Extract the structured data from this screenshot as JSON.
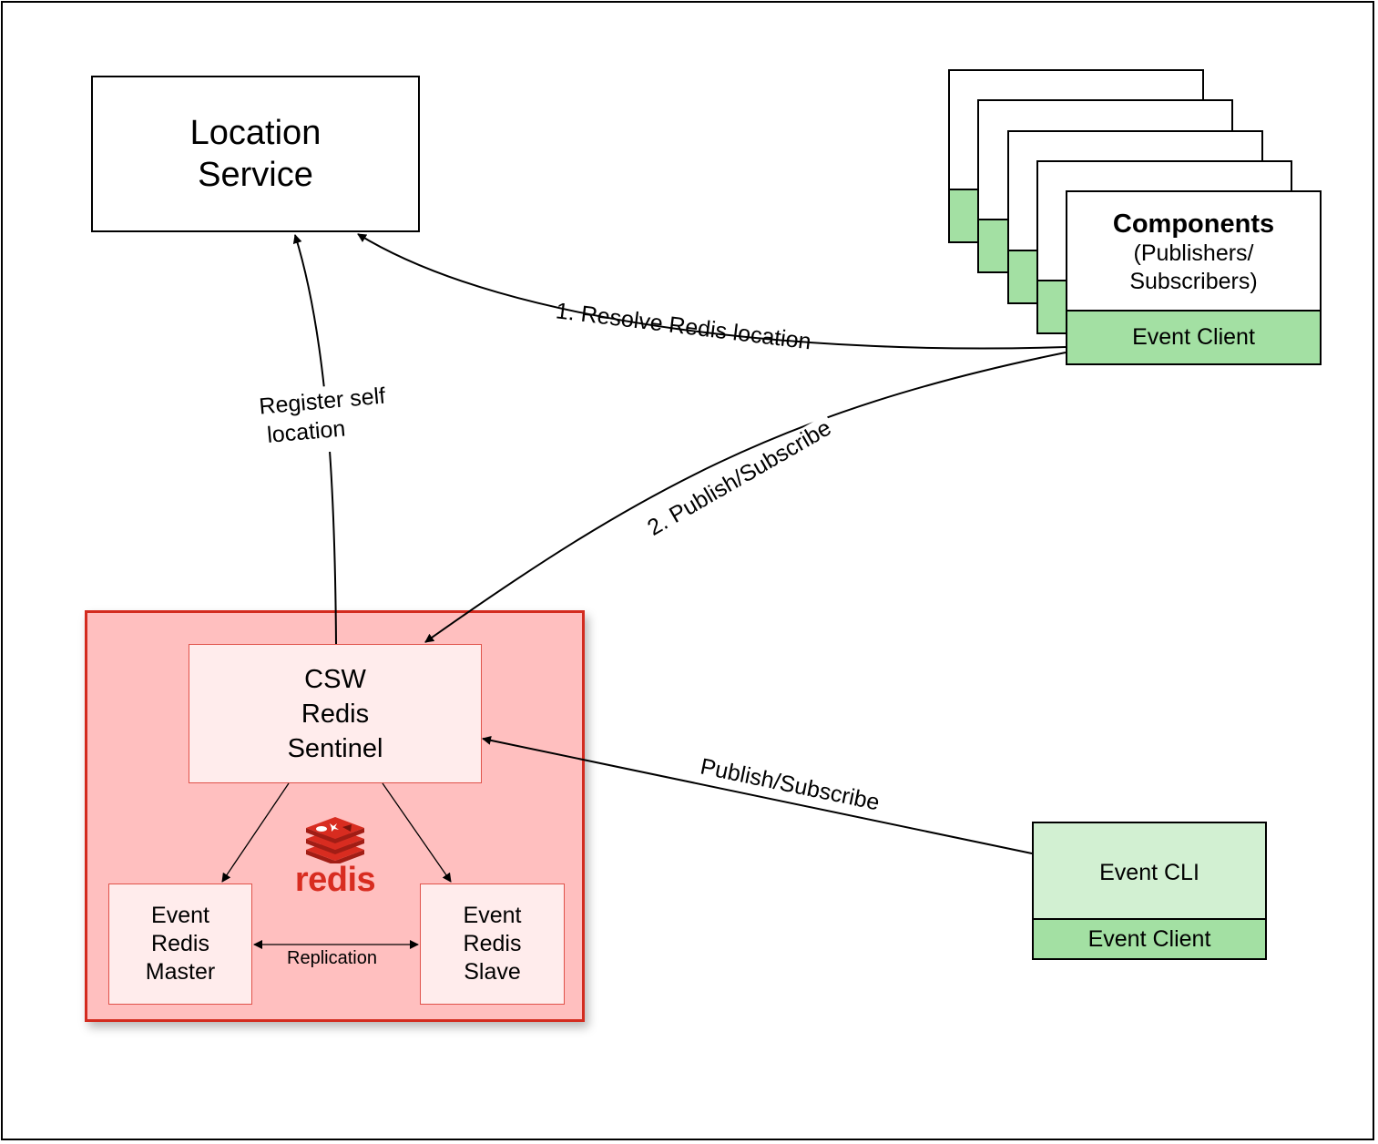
{
  "location_service": {
    "line1": "Location",
    "line2": "Service"
  },
  "components": {
    "title": "Components",
    "sub1": "(Publishers/",
    "sub2": "Subscribers)",
    "event_client": "Event Client"
  },
  "sentinel": {
    "line1": "CSW",
    "line2": "Redis",
    "line3": "Sentinel"
  },
  "master": {
    "line1": "Event",
    "line2": "Redis",
    "line3": "Master"
  },
  "slave": {
    "line1": "Event",
    "line2": "Redis",
    "line3": "Slave"
  },
  "redis_logo": {
    "text": "redis"
  },
  "event_cli": {
    "title": "Event CLI",
    "event_client": "Event Client"
  },
  "edges": {
    "resolve": "1. Resolve Redis location",
    "pubsub2": "2. Publish/Subscribe",
    "register1": "Register self",
    "register2": "location",
    "pubsub_cli": "Publish/Subscribe",
    "replication": "Replication"
  },
  "colors": {
    "redis_cluster_fill": "#ffbfbf",
    "redis_cluster_border": "#d32b1f",
    "redis_node_fill": "#ffecec",
    "redis_node_border": "#e0524a",
    "event_client_green": "#a3e0a3",
    "event_cli_fill": "#d2f0d2",
    "redis_logo_red": "#d82c20"
  }
}
